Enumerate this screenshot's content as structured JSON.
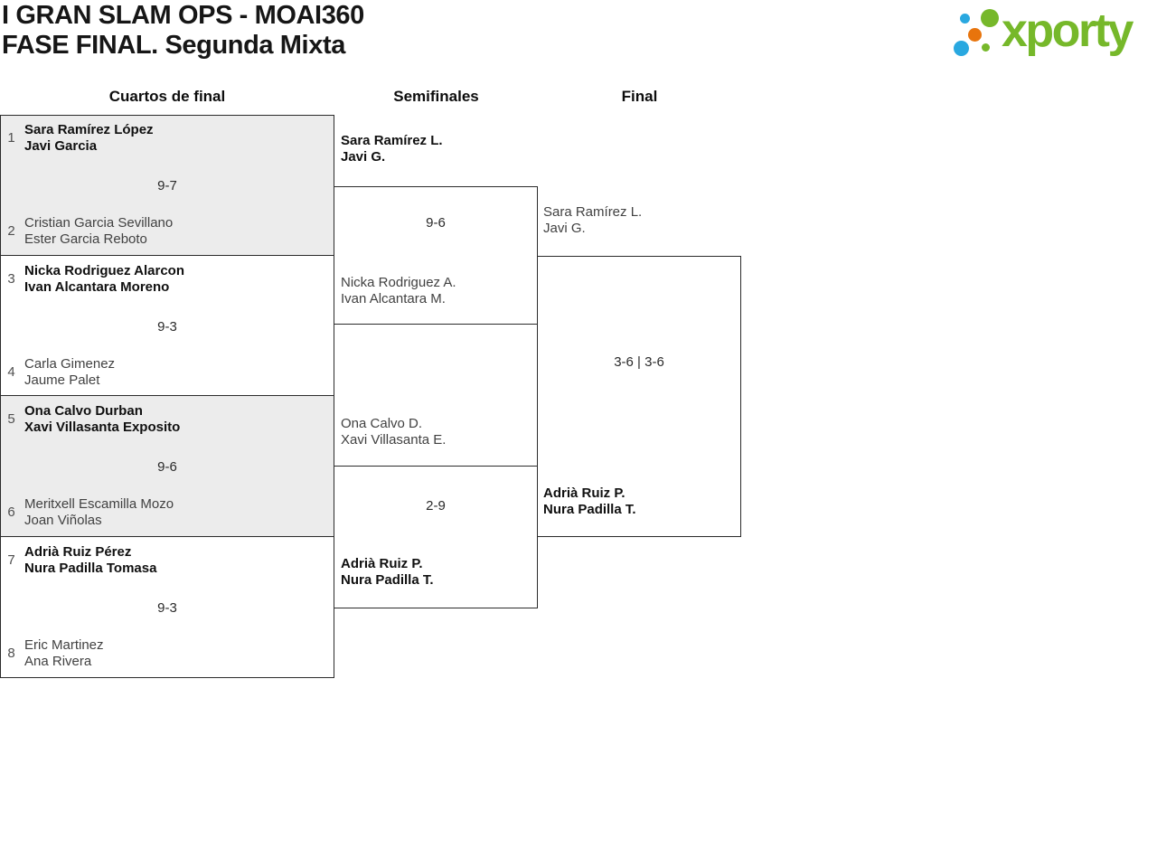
{
  "header": {
    "title_line1": "I GRAN SLAM OPS - MOAI360",
    "title_line2": "FASE FINAL. Segunda Mixta"
  },
  "logo": {
    "text": "xporty",
    "green": "#76b82a",
    "blue": "#29a8e0",
    "orange": "#e8740c"
  },
  "columns": {
    "quarterfinals": "Cuartos de final",
    "semifinals": "Semifinales",
    "final": "Final"
  },
  "colors": {
    "match_fill_alt": "#ececec",
    "border": "#2b2b2b",
    "winner_text": "#101010",
    "loser_text": "#414141"
  },
  "bracket": {
    "quarterfinals": [
      {
        "seed_top": "1",
        "team_top": [
          "Sara Ramírez López",
          "Javi Garcia"
        ],
        "team_top_winner": true,
        "score": "9-7",
        "seed_bottom": "2",
        "team_bottom": [
          "Cristian Garcia Sevillano",
          "Ester Garcia Reboto"
        ],
        "team_bottom_winner": false
      },
      {
        "seed_top": "3",
        "team_top": [
          "Nicka Rodriguez Alarcon",
          "Ivan Alcantara Moreno"
        ],
        "team_top_winner": true,
        "score": "9-3",
        "seed_bottom": "4",
        "team_bottom": [
          "Carla Gimenez",
          "Jaume Palet"
        ],
        "team_bottom_winner": false
      },
      {
        "seed_top": "5",
        "team_top": [
          "Ona Calvo Durban",
          "Xavi Villasanta Exposito"
        ],
        "team_top_winner": true,
        "score": "9-6",
        "seed_bottom": "6",
        "team_bottom": [
          "Meritxell Escamilla Mozo",
          "Joan Viñolas"
        ],
        "team_bottom_winner": false
      },
      {
        "seed_top": "7",
        "team_top": [
          "Adrià Ruiz Pérez",
          "Nura Padilla Tomasa"
        ],
        "team_top_winner": true,
        "score": "9-3",
        "seed_bottom": "8",
        "team_bottom": [
          "Eric Martinez",
          "Ana Rivera"
        ],
        "team_bottom_winner": false
      }
    ],
    "semifinals": [
      {
        "team_top": [
          "Sara Ramírez L.",
          "Javi G."
        ],
        "team_top_winner": true,
        "score": "9-6",
        "team_bottom": [
          "Nicka Rodriguez A.",
          "Ivan Alcantara M."
        ],
        "team_bottom_winner": false
      },
      {
        "team_top": [
          "Ona Calvo D.",
          "Xavi Villasanta E."
        ],
        "team_top_winner": false,
        "score": "2-9",
        "team_bottom": [
          "Adrià Ruiz P.",
          "Nura Padilla T."
        ],
        "team_bottom_winner": true
      }
    ],
    "final": {
      "team_top": [
        "Sara Ramírez L.",
        "Javi G."
      ],
      "team_top_winner": false,
      "score": "3-6 | 3-6",
      "team_bottom": [
        "Adrià Ruiz P.",
        "Nura Padilla T."
      ],
      "team_bottom_winner": true
    }
  }
}
